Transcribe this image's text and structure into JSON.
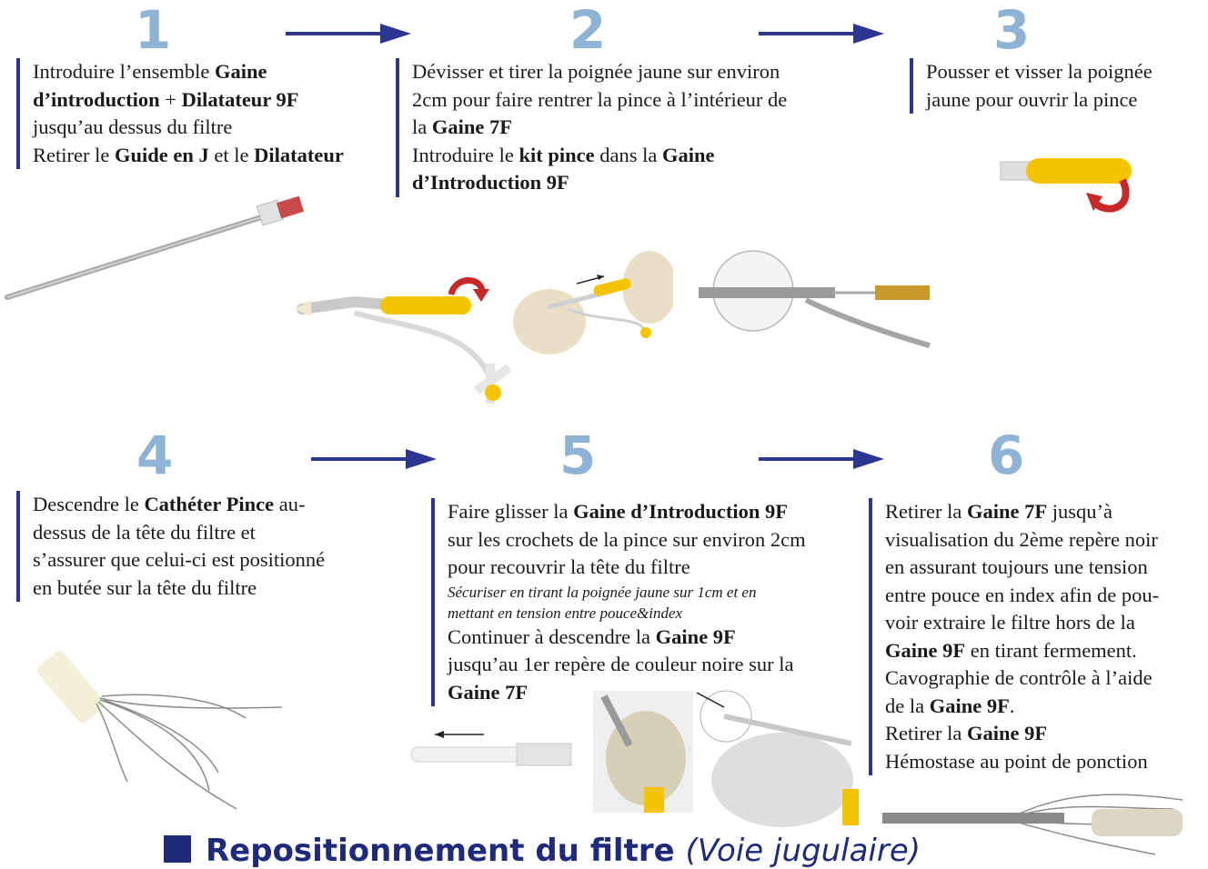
{
  "steps": [
    {
      "number": "1",
      "lines": [
        [
          {
            "t": "Introduire l’ensemble "
          },
          {
            "t": "Gaine",
            "b": true
          }
        ],
        [
          {
            "t": "d’introduction",
            "b": true
          },
          {
            "t": " + "
          },
          {
            "t": "Dilatateur 9F",
            "b": true
          }
        ],
        [
          {
            "t": "jusqu’au dessus du filtre"
          }
        ],
        [
          {
            "t": "Retirer le "
          },
          {
            "t": "Guide en J",
            "b": true
          },
          {
            "t": " et le "
          },
          {
            "t": "Dilatateur",
            "b": true
          }
        ]
      ]
    },
    {
      "number": "2",
      "lines": [
        [
          {
            "t": "Dévisser et tirer la poignée jaune sur environ"
          }
        ],
        [
          {
            "t": "2cm pour faire rentrer la pince à l’intérieur de"
          }
        ],
        [
          {
            "t": "la "
          },
          {
            "t": "Gaine 7F",
            "b": true
          }
        ],
        [
          {
            "t": "Introduire le "
          },
          {
            "t": "kit pince",
            "b": true
          },
          {
            "t": " dans la "
          },
          {
            "t": "Gaine",
            "b": true
          }
        ],
        [
          {
            "t": "d’Introduction 9F",
            "b": true
          }
        ]
      ]
    },
    {
      "number": "3",
      "lines": [
        [
          {
            "t": "Pousser et visser la poignée"
          }
        ],
        [
          {
            "t": "jaune pour ouvrir la pince"
          }
        ]
      ]
    },
    {
      "number": "4",
      "lines": [
        [
          {
            "t": "Descendre le "
          },
          {
            "t": "Cathéter Pince",
            "b": true
          },
          {
            "t": " au-"
          }
        ],
        [
          {
            "t": "dessus de la tête du filtre et"
          }
        ],
        [
          {
            "t": "s’assurer que celui-ci est positionné"
          }
        ],
        [
          {
            "t": "en butée sur la tête du filtre"
          }
        ]
      ]
    },
    {
      "number": "5",
      "lines": [
        [
          {
            "t": "Faire glisser la "
          },
          {
            "t": "Gaine d’Introduction 9F",
            "b": true
          }
        ],
        [
          {
            "t": "sur les crochets de la pince sur environ 2cm"
          }
        ],
        [
          {
            "t": "pour recouvrir la tête du filtre"
          }
        ],
        [
          {
            "t": "Sécuriser en tirant la poignée jaune sur 1cm et en",
            "i": true
          }
        ],
        [
          {
            "t": "mettant en tension entre pouce&index",
            "i": true
          }
        ],
        [
          {
            "t": "Continuer à descendre la "
          },
          {
            "t": "Gaine 9F",
            "b": true
          }
        ],
        [
          {
            "t": "jusqu’au 1er repère de couleur noire sur la"
          }
        ],
        [
          {
            "t": "Gaine 7F",
            "b": true
          }
        ]
      ]
    },
    {
      "number": "6",
      "lines": [
        [
          {
            "t": "Retirer la "
          },
          {
            "t": "Gaine 7F",
            "b": true
          },
          {
            "t": " jusqu’à"
          }
        ],
        [
          {
            "t": "visualisation du 2ème repère noir"
          }
        ],
        [
          {
            "t": "en assurant toujours une tension"
          }
        ],
        [
          {
            "t": "entre pouce en index afin de pou-"
          }
        ],
        [
          {
            "t": "voir extraire le filtre hors de la"
          }
        ],
        [
          {
            "t": "Gaine 9F",
            "b": true
          },
          {
            "t": " en tirant fermement."
          }
        ],
        [
          {
            "t": "Cavographie de contrôle à l’aide"
          }
        ],
        [
          {
            "t": "de la "
          },
          {
            "t": "Gaine 9F",
            "b": true
          },
          {
            "t": "."
          }
        ],
        [
          {
            "t": "Retirer la "
          },
          {
            "t": "Gaine 9F",
            "b": true
          }
        ],
        [
          {
            "t": "Hémostase au point de ponction"
          }
        ]
      ]
    }
  ],
  "footer": {
    "title": "Repositionnement du filtre",
    "subtitle": "(Voie jugulaire)"
  },
  "colors": {
    "number": "#8fb3d4",
    "arrow": "#2d3592",
    "rule": "#2d3592",
    "handle_yellow": "#f5c400",
    "handle_red": "#c82828"
  },
  "icons": [
    "right-arrow-icon",
    "rotate-arrow-icon",
    "small-left-arrow-icon"
  ]
}
